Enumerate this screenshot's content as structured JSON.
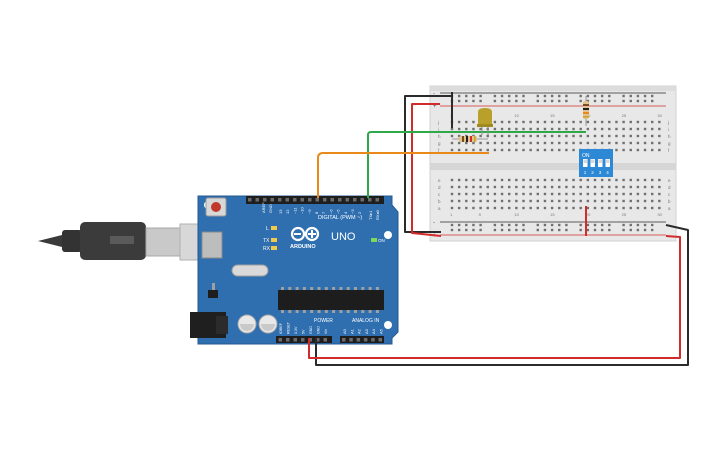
{
  "colors": {
    "background": "#ffffff",
    "arduino_board": "#2f6fb0",
    "breadboard": "#e8e8e8",
    "wire_red": "#d32b2b",
    "wire_black": "#2b2b2b",
    "wire_orange": "#e8891a",
    "wire_green": "#2fa84a",
    "dip_switch": "#2d89d6",
    "led": "#b8a02a",
    "usb_cable": "#3a3a3a"
  },
  "icons": {
    "arduino_logo": "arduino-infinity-icon",
    "reset": "reset-button-icon"
  },
  "arduino": {
    "brand": "ARDUINO",
    "model": "UNO",
    "digital_label": "DIGITAL (PWM ~)",
    "power_label": "POWER",
    "analog_label": "ANALOG IN",
    "on_label": "ON",
    "l_label": "L",
    "tx_label": "TX",
    "rx_label": "RX",
    "aref_label": "AREF",
    "gnd_label": "GND",
    "tx_pin_label": "TX▸1",
    "rx_pin_label": "RX◂0",
    "digital_pins": [
      "13",
      "12",
      "~11",
      "~10",
      "~9",
      "8",
      "7",
      "~6",
      "~5",
      "4",
      "~3",
      "2"
    ],
    "power_pins": [
      "IOREF",
      "RESET",
      "3.3V",
      "5V",
      "GND",
      "GND",
      "Vin"
    ],
    "analog_pins": [
      "A0",
      "A1",
      "A2",
      "A3",
      "A4",
      "A5"
    ]
  },
  "breadboard": {
    "row_letters_top": [
      "j",
      "i",
      "h",
      "g",
      "f"
    ],
    "row_letters_bottom": [
      "e",
      "d",
      "c",
      "b",
      "a"
    ],
    "column_numbers": [
      "1",
      "5",
      "10",
      "15",
      "20",
      "25",
      "30"
    ],
    "rail_plus": "+",
    "rail_minus": "-"
  },
  "dip_switch": {
    "on_label": "ON",
    "switch_numbers": [
      "1",
      "2",
      "3",
      "4"
    ]
  }
}
